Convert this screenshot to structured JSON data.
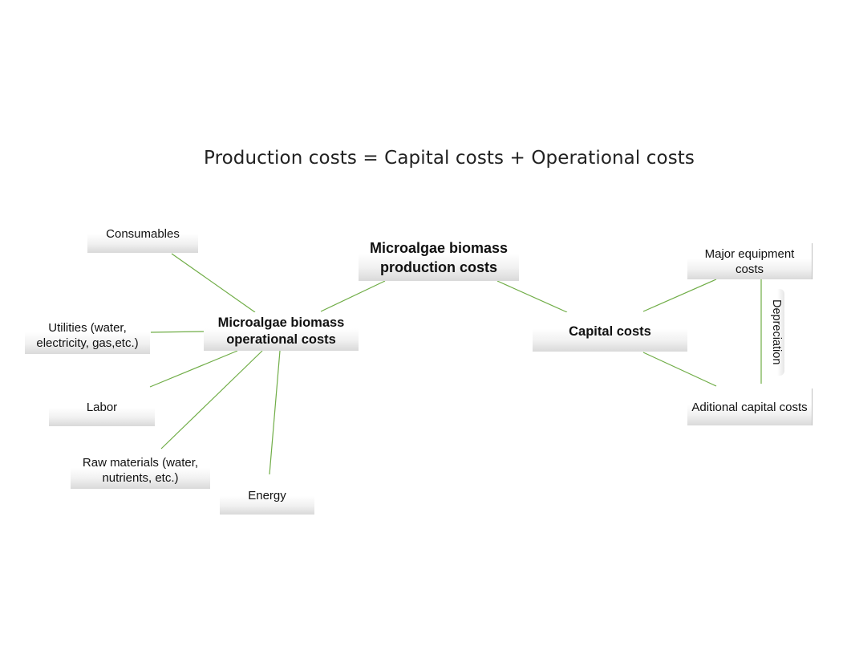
{
  "equation": "Production costs = Capital costs + Operational costs",
  "nodes": {
    "root": "Microalgae biomass production costs",
    "operational": "Microalgae biomass operational costs",
    "capital": "Capital costs",
    "consumables": "Consumables",
    "utilities": "Utilities (water, electricity, gas,etc.)",
    "labor": "Labor",
    "raw_materials": "Raw materials (water, nutrients, etc.)",
    "energy": "Energy",
    "major_equipment": "Major equipment costs",
    "additional_capital": "Aditional capital costs",
    "depreciation": "Depreciation"
  },
  "colors": {
    "connector": "#70ad47",
    "box_shadow_gray": "#d9d9d9"
  }
}
